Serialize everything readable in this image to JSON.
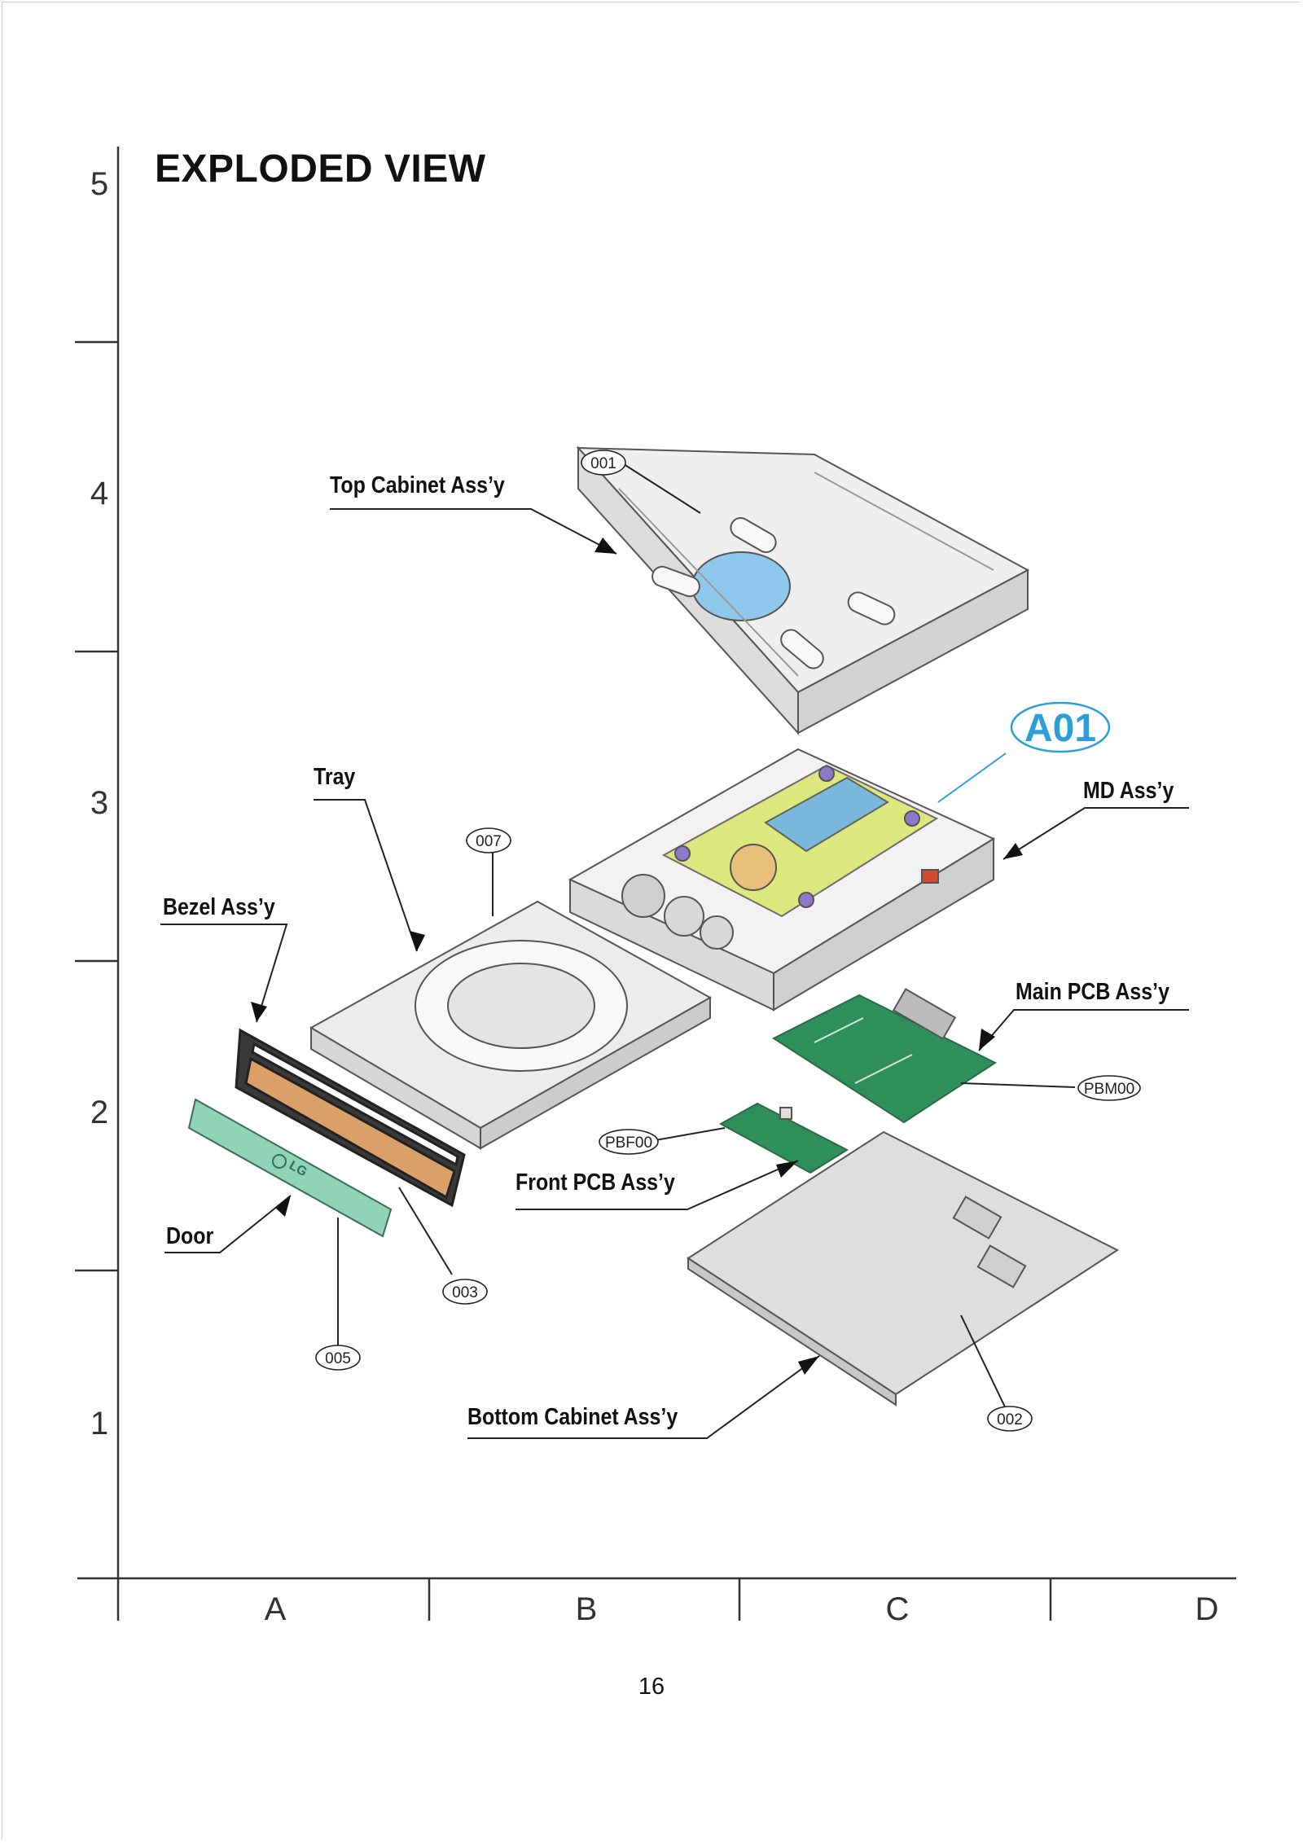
{
  "title": "EXPLODED VIEW",
  "rows": [
    "5",
    "4",
    "3",
    "2",
    "1"
  ],
  "columns": [
    "A",
    "B",
    "C",
    "D"
  ],
  "labels": {
    "top_cabinet": "Top Cabinet Ass’y",
    "tray": "Tray",
    "bezel": "Bezel Ass’y",
    "door": "Door",
    "md": "MD Ass’y",
    "main_pcb": "Main PCB Ass’y",
    "front_pcb": "Front PCB Ass’y",
    "bottom_cabinet": "Bottom Cabinet Ass’y"
  },
  "tags": {
    "t001": "001",
    "t007": "007",
    "t003": "003",
    "t005": "005",
    "t002": "002",
    "pbf00": "PBF00",
    "pbm00": "PBM00",
    "a01": "A01"
  },
  "door_logo": "LG",
  "page_number": "16",
  "colors": {
    "frame": "#333333",
    "accent_callout": "#2a9fd8",
    "pcb_green": "#2f8f5a",
    "door_green": "#8fd3b8",
    "bezel_brown": "#d9a06a",
    "optical_blue": "#79b8e6",
    "metal_gray": "#e6e6e6"
  }
}
